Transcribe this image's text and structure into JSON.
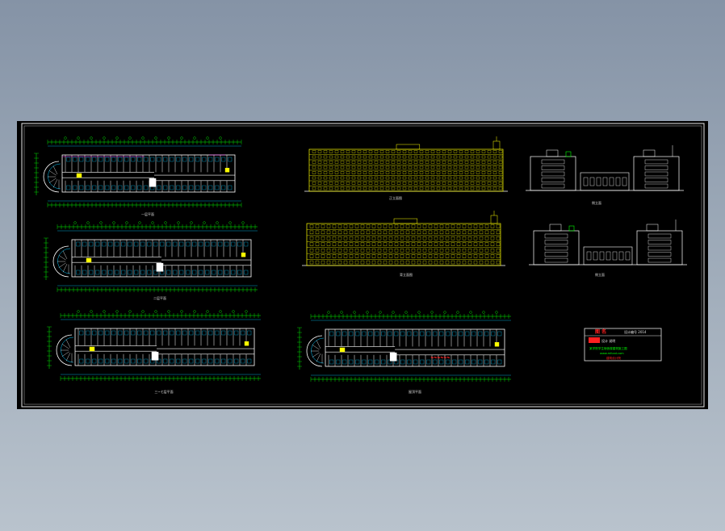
{
  "drawing": {
    "title": "CAD drawing sheet",
    "background_color": "#000000",
    "border_color": "#e6e6e6",
    "colors": {
      "wall": "#ffffff",
      "cyan": "#00c8ff",
      "yellow": "#ffff00",
      "green": "#00ff00",
      "red": "#ff2020",
      "magenta": "#ff40ff"
    }
  },
  "views": {
    "plan1_label": "一层平面",
    "plan2_label": "二层平面",
    "plan3_label": "三~七层平面",
    "plan4_label": "屋顶平面",
    "elev_front_label": "正立面图",
    "elev_side_label": "侧立面",
    "elev_back_label": "背立面图",
    "elev_side2_label": "侧立面"
  },
  "title_block": {
    "header": "图 名",
    "row1_left": "设计 说明",
    "row1_right": "设计编号 2014",
    "row2": "某学院学生宿舍楼建筑施工图",
    "row3": "www.mfcad.com",
    "row4": "建筑设计院"
  }
}
